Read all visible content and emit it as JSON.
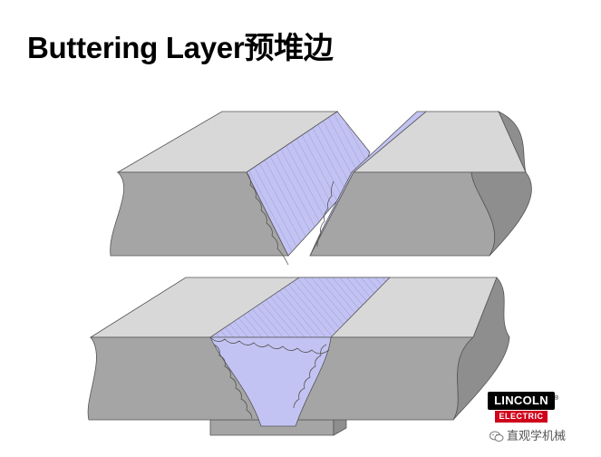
{
  "title": "Buttering Layer预堆边",
  "logo": {
    "top": "LINCOLN",
    "bottom": "ELECTRIC",
    "reg": "®"
  },
  "watermark": {
    "text": "直观学机械",
    "icon": "wechat-icon"
  },
  "colors": {
    "plate_top": "#d8d8d8",
    "plate_front": "#a5a5a5",
    "weld": "#c3c3f3",
    "outline": "#555555",
    "logo_red": "#d0021b"
  }
}
